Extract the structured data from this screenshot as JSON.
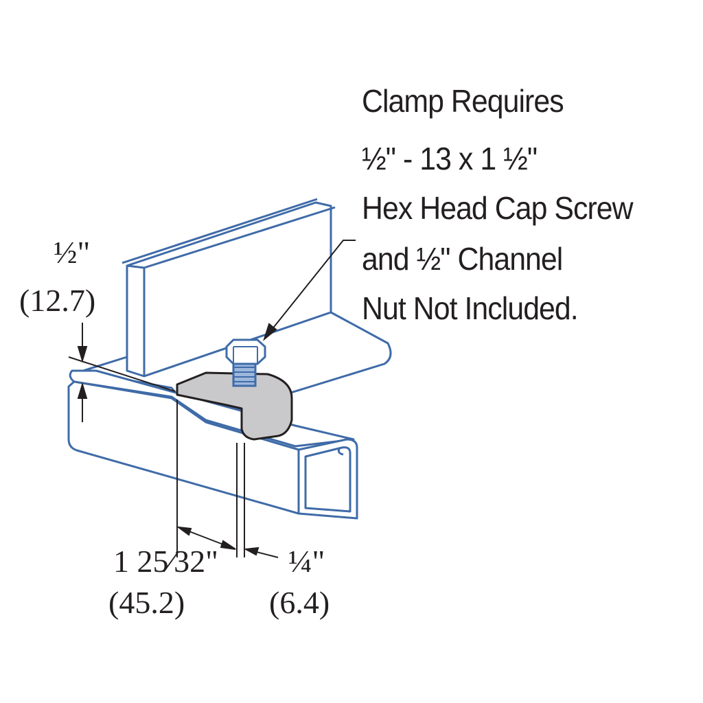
{
  "colors": {
    "line": "#3f6ba8",
    "clamp": "#c9c9cb",
    "ink": "#231f20"
  },
  "callout": {
    "lines": [
      "Clamp Requires",
      "½\" - 13 x 1 ½\"",
      "Hex Head Cap Screw",
      "and ½\" Channel",
      "Nut Not Included."
    ]
  },
  "dims": {
    "height_imperial": "½\"",
    "height_metric": "(12.7)",
    "width_imperial": "1 25⁄32\"",
    "width_metric": "(45.2)",
    "thickness_imperial": "¼\"",
    "thickness_metric": "(6.4)"
  }
}
